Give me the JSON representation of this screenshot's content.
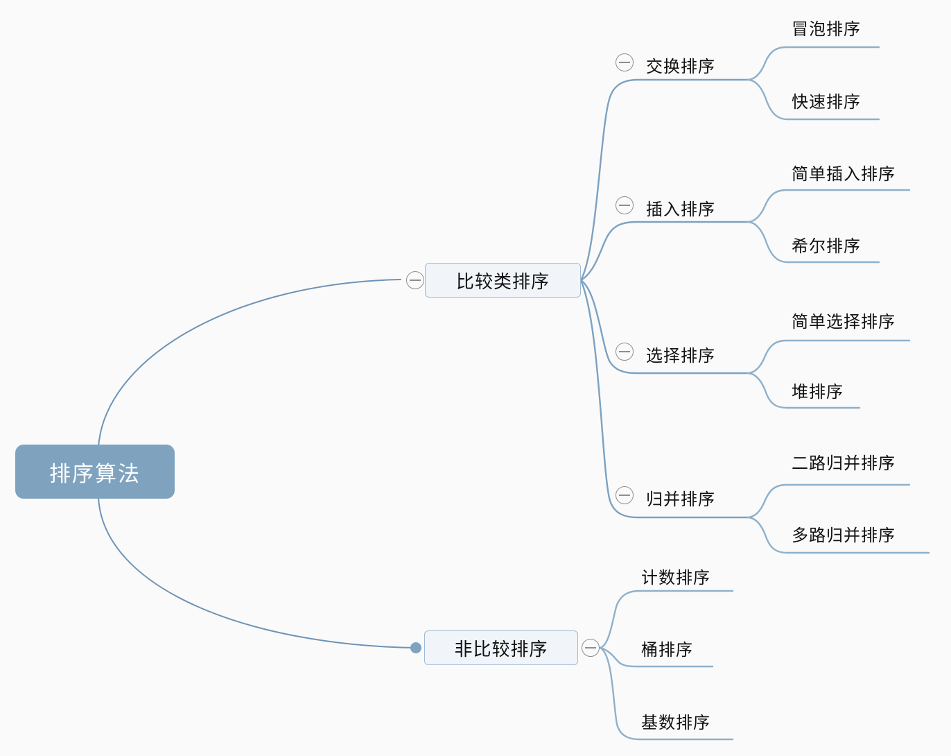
{
  "diagram": {
    "title": "排序算法",
    "type": "mindmap",
    "background_color": "#fafafa",
    "root_color": "#7fa3bf",
    "branch_color": "#7fa3bf",
    "node_border_color": "#9dbad4",
    "node_fill_color": "#f1f5f9",
    "toggle_color": "#8e8e8e"
  },
  "root": {
    "label": "排序算法",
    "toggle": "collapse-toggle"
  },
  "branches": [
    {
      "label": "比较类排序",
      "toggle": "collapse-toggle",
      "children": [
        {
          "label": "交换排序",
          "toggle": "collapse-toggle",
          "children": [
            {
              "label": "冒泡排序"
            },
            {
              "label": "快速排序"
            }
          ]
        },
        {
          "label": "插入排序",
          "toggle": "collapse-toggle",
          "children": [
            {
              "label": "简单插入排序"
            },
            {
              "label": "希尔排序"
            }
          ]
        },
        {
          "label": "选择排序",
          "toggle": "collapse-toggle",
          "children": [
            {
              "label": "简单选择排序"
            },
            {
              "label": "堆排序"
            }
          ]
        },
        {
          "label": "归并排序",
          "toggle": "collapse-toggle",
          "children": [
            {
              "label": "二路归并排序"
            },
            {
              "label": "多路归并排序"
            }
          ]
        }
      ]
    },
    {
      "label": "非比较排序",
      "toggle": "collapse-toggle",
      "children": [
        {
          "label": "计数排序"
        },
        {
          "label": "桶排序"
        },
        {
          "label": "基数排序"
        }
      ]
    }
  ]
}
